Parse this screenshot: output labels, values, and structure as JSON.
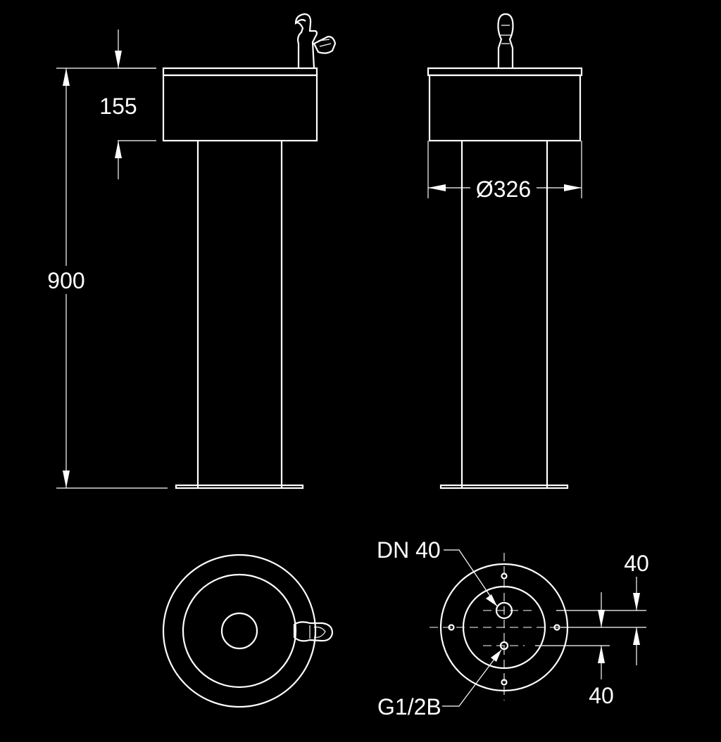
{
  "dimensions": {
    "top_height": "155",
    "total_height": "900",
    "diameter": "Ø326",
    "spacing_upper": "40",
    "spacing_lower": "40"
  },
  "callouts": {
    "drain": "DN 40",
    "supply": "G1/2B"
  },
  "colors": {
    "background": "#000000",
    "line": "#ffffff"
  }
}
